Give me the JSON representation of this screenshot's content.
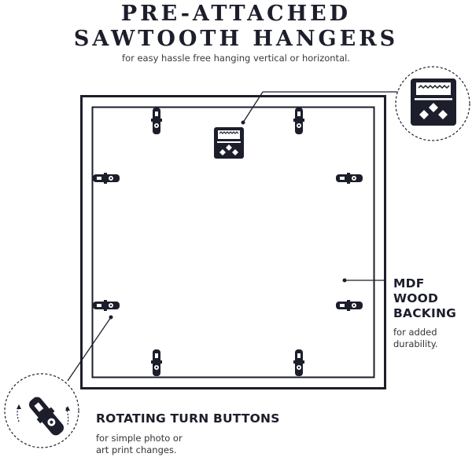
{
  "header": {
    "title_line1": "PRE-ATTACHED",
    "title_line2": "SAWTOOTH HANGERS",
    "subtitle": "for easy hassle free hanging vertical or horizontal."
  },
  "callouts": {
    "mdf": {
      "line1": "MDF",
      "line2": "WOOD",
      "line3": "BACKING",
      "desc_line1": "for added",
      "desc_line2": "durability."
    },
    "rotating": {
      "title": "ROTATING TURN BUTTONS",
      "desc_line1": "for simple photo or",
      "desc_line2": "art print changes."
    }
  },
  "icons": {
    "hanger": "sawtooth-hanger-icon",
    "turn_button": "turn-button-icon"
  },
  "colors": {
    "ink": "#1c1e2b",
    "frame": "#1c1e2b"
  }
}
